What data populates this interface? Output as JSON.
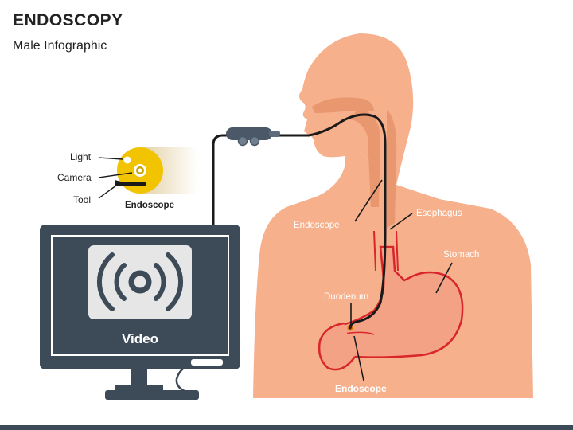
{
  "header": {
    "title": "ENDOSCOPY",
    "subtitle": "Male Infographic"
  },
  "scope_tip": {
    "labels": {
      "light": "Light",
      "camera": "Camera",
      "tool": "Tool"
    },
    "caption": "Endoscope"
  },
  "monitor": {
    "screen_label": "Video",
    "icon": "broadcast-camera-icon"
  },
  "body_labels": {
    "endoscope_upper": "Endoscope",
    "esophagus": "Esophagus",
    "stomach": "Stomach",
    "duodenum": "Duodenum",
    "endoscope_lower": "Endoscope"
  },
  "colors": {
    "skin": "#f7b08c",
    "skin_shadow": "#e8976f",
    "organ_red": "#d9262a",
    "organ_fill": "#f4a285",
    "monitor_frame": "#3d4a58",
    "screen_icon_bg": "#e6e6e6",
    "tip_yellow": "#f2c400",
    "cable": "#1a1a1a"
  }
}
